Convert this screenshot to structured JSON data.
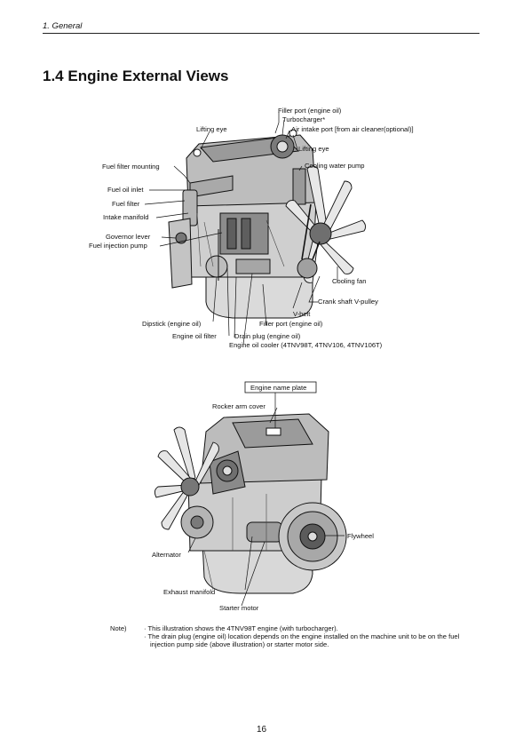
{
  "header": {
    "section": "1. General"
  },
  "title": "1.4 Engine External Views",
  "figure1": {
    "labels": {
      "filler_port_top": "Filler port (engine oil)",
      "turbocharger": "Turbocharger*",
      "lifting_eye_left": "Lifting eye",
      "air_intake": "Air intake port [from air cleaner(optional)]",
      "lifting_eye_right": "Lifting eye",
      "fuel_filter_mounting": "Fuel filter mounting",
      "cooling_water_pump": "Cooling water pump",
      "fuel_oil_inlet": "Fuel oil inlet",
      "fuel_filter": "Fuel filter",
      "intake_manifold": "Intake manifold",
      "governor_lever": "Governor lever",
      "fuel_injection_pump": "Fuel injection pump",
      "cooling_fan": "Cooling fan",
      "crank_pulley": "Crank shaft V-pulley",
      "v_belt": "V-belt",
      "dipstick": "Dipstick (engine oil)",
      "filler_port_bottom": "Filler port (engine oil)",
      "oil_filter": "Engine oil filter",
      "drain_plug": "Drain plug  (engine oil)",
      "oil_cooler": "Engine oil cooler (4TNV98T, 4TNV106, 4TNV106T)"
    }
  },
  "figure2": {
    "labels": {
      "name_plate": "Engine name plate",
      "rocker_cover": "Rocker arm cover",
      "flywheel": "Flywheel",
      "alternator": "Alternator",
      "exhaust_manifold": "Exhaust manifold",
      "starter_motor": "Starter motor"
    }
  },
  "note": {
    "label": "Note)",
    "items": [
      "· This illustration shows the 4TNV98T engine (with turbocharger).",
      "· The drain plug (engine oil) location depends on the engine installed on the machine unit to be on the fuel injection pump side (above illustration) or starter motor side."
    ]
  },
  "page_number": "16"
}
